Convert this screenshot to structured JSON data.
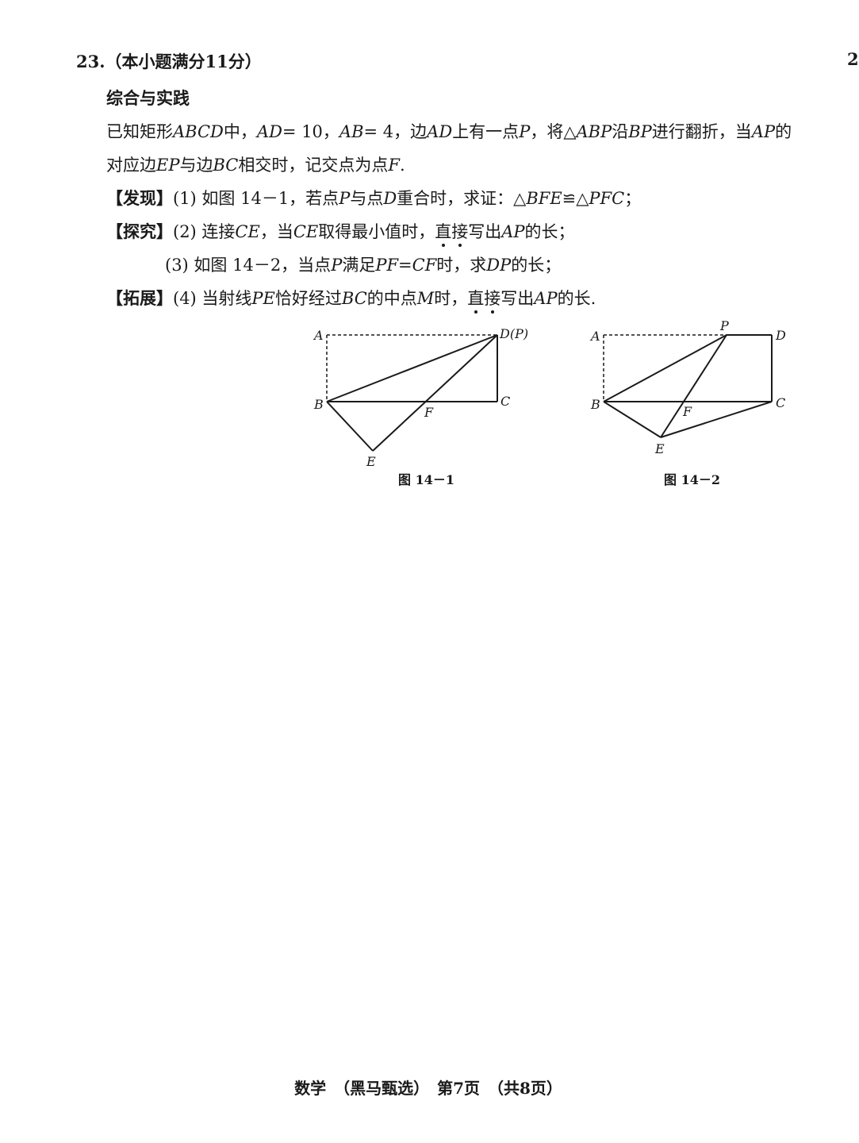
{
  "question": {
    "number": "23.",
    "points": "（本小题满分11分）",
    "edge_mark": "2",
    "section_title": "综合与实践"
  },
  "intro": {
    "l1_a": "已知矩形",
    "l1_abcd": "ABCD",
    "l1_b": "中，",
    "l1_ad": "AD",
    "l1_c": "= 10，",
    "l1_ab": "AB",
    "l1_d": "= 4，边",
    "l1_ad2": "AD",
    "l1_e": "上有一点",
    "l1_p": "P",
    "l1_f": "，将△",
    "l1_abp": "ABP",
    "l1_g": "沿",
    "l1_bp": "BP",
    "l1_h": "进行翻折，当",
    "l1_ap": "AP",
    "l1_i": "的",
    "l2_a": "对应边",
    "l2_ep": "EP",
    "l2_b": "与边",
    "l2_bc": "BC",
    "l2_c": "相交时，记交点为点",
    "l2_f": "F",
    "l2_d": "."
  },
  "items": {
    "q1_tag": "【发现】",
    "q1_a": "(1) 如图 14－1，若点",
    "q1_p": "P",
    "q1_b": "与点",
    "q1_d": "D",
    "q1_c": "重合时，求证：△",
    "q1_bfe": "BFE",
    "q1_e": "≌△",
    "q1_pfc": "PFC",
    "q1_f": "；",
    "q2_tag": "【探究】",
    "q2_a": "(2) 连接",
    "q2_ce": "CE",
    "q2_b": "，当",
    "q2_ce2": "CE",
    "q2_c": "取得最小值时，",
    "q2_zhi": "直",
    "q2_jie": "接",
    "q2_d": "写出",
    "q2_ap": "AP",
    "q2_e": "的长；",
    "q3_a": "(3) 如图 14－2，当点",
    "q3_p": "P",
    "q3_b": "满足",
    "q3_pf": "PF",
    "q3_c": "=",
    "q3_cf": "CF",
    "q3_d": "时，求",
    "q3_dp": "DP",
    "q3_e": "的长；",
    "q4_tag": "【拓展】",
    "q4_a": "(4) 当射线",
    "q4_pe": "PE",
    "q4_b": "恰好经过",
    "q4_bc": "BC",
    "q4_c": "的中点",
    "q4_m": "M",
    "q4_d": "时，",
    "q4_zhi": "直",
    "q4_jie": "接",
    "q4_e": "写出",
    "q4_ap": "AP",
    "q4_f": "的长."
  },
  "figure1": {
    "caption": "图 14－1",
    "labels": {
      "A": "A",
      "D": "D(P)",
      "B": "B",
      "C": "C",
      "F": "F",
      "E": "E"
    }
  },
  "figure2": {
    "caption": "图 14－2",
    "labels": {
      "A": "A",
      "P": "P",
      "D": "D",
      "B": "B",
      "C": "C",
      "F": "F",
      "E": "E"
    }
  },
  "footer": "数学　（黑马甄选）　第7页　（共8页）"
}
